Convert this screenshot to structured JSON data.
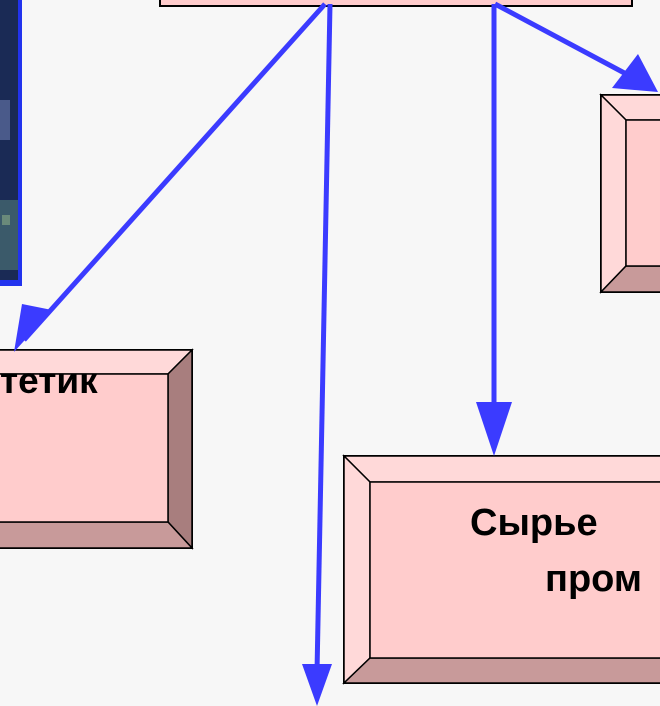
{
  "diagram": {
    "colors": {
      "arrow": "#3b3bff",
      "box_face": "#ffcccc",
      "box_bevel_light": "#ffd9d9",
      "box_bevel_dark": "#c89a9a",
      "box_bevel_side": "#a87e7e",
      "box_border": "#000000",
      "photo_bg": "#1a2a55",
      "photo_border": "#2233ee"
    },
    "nodes": {
      "top_box": {
        "label": ""
      },
      "left_box": {
        "label": "тетик"
      },
      "bottom_box": {
        "label_line1": "Сырье",
        "label_line2": "пром"
      },
      "right_box": {
        "label": ""
      }
    },
    "photo": {
      "description_icon": "building-photo"
    }
  }
}
